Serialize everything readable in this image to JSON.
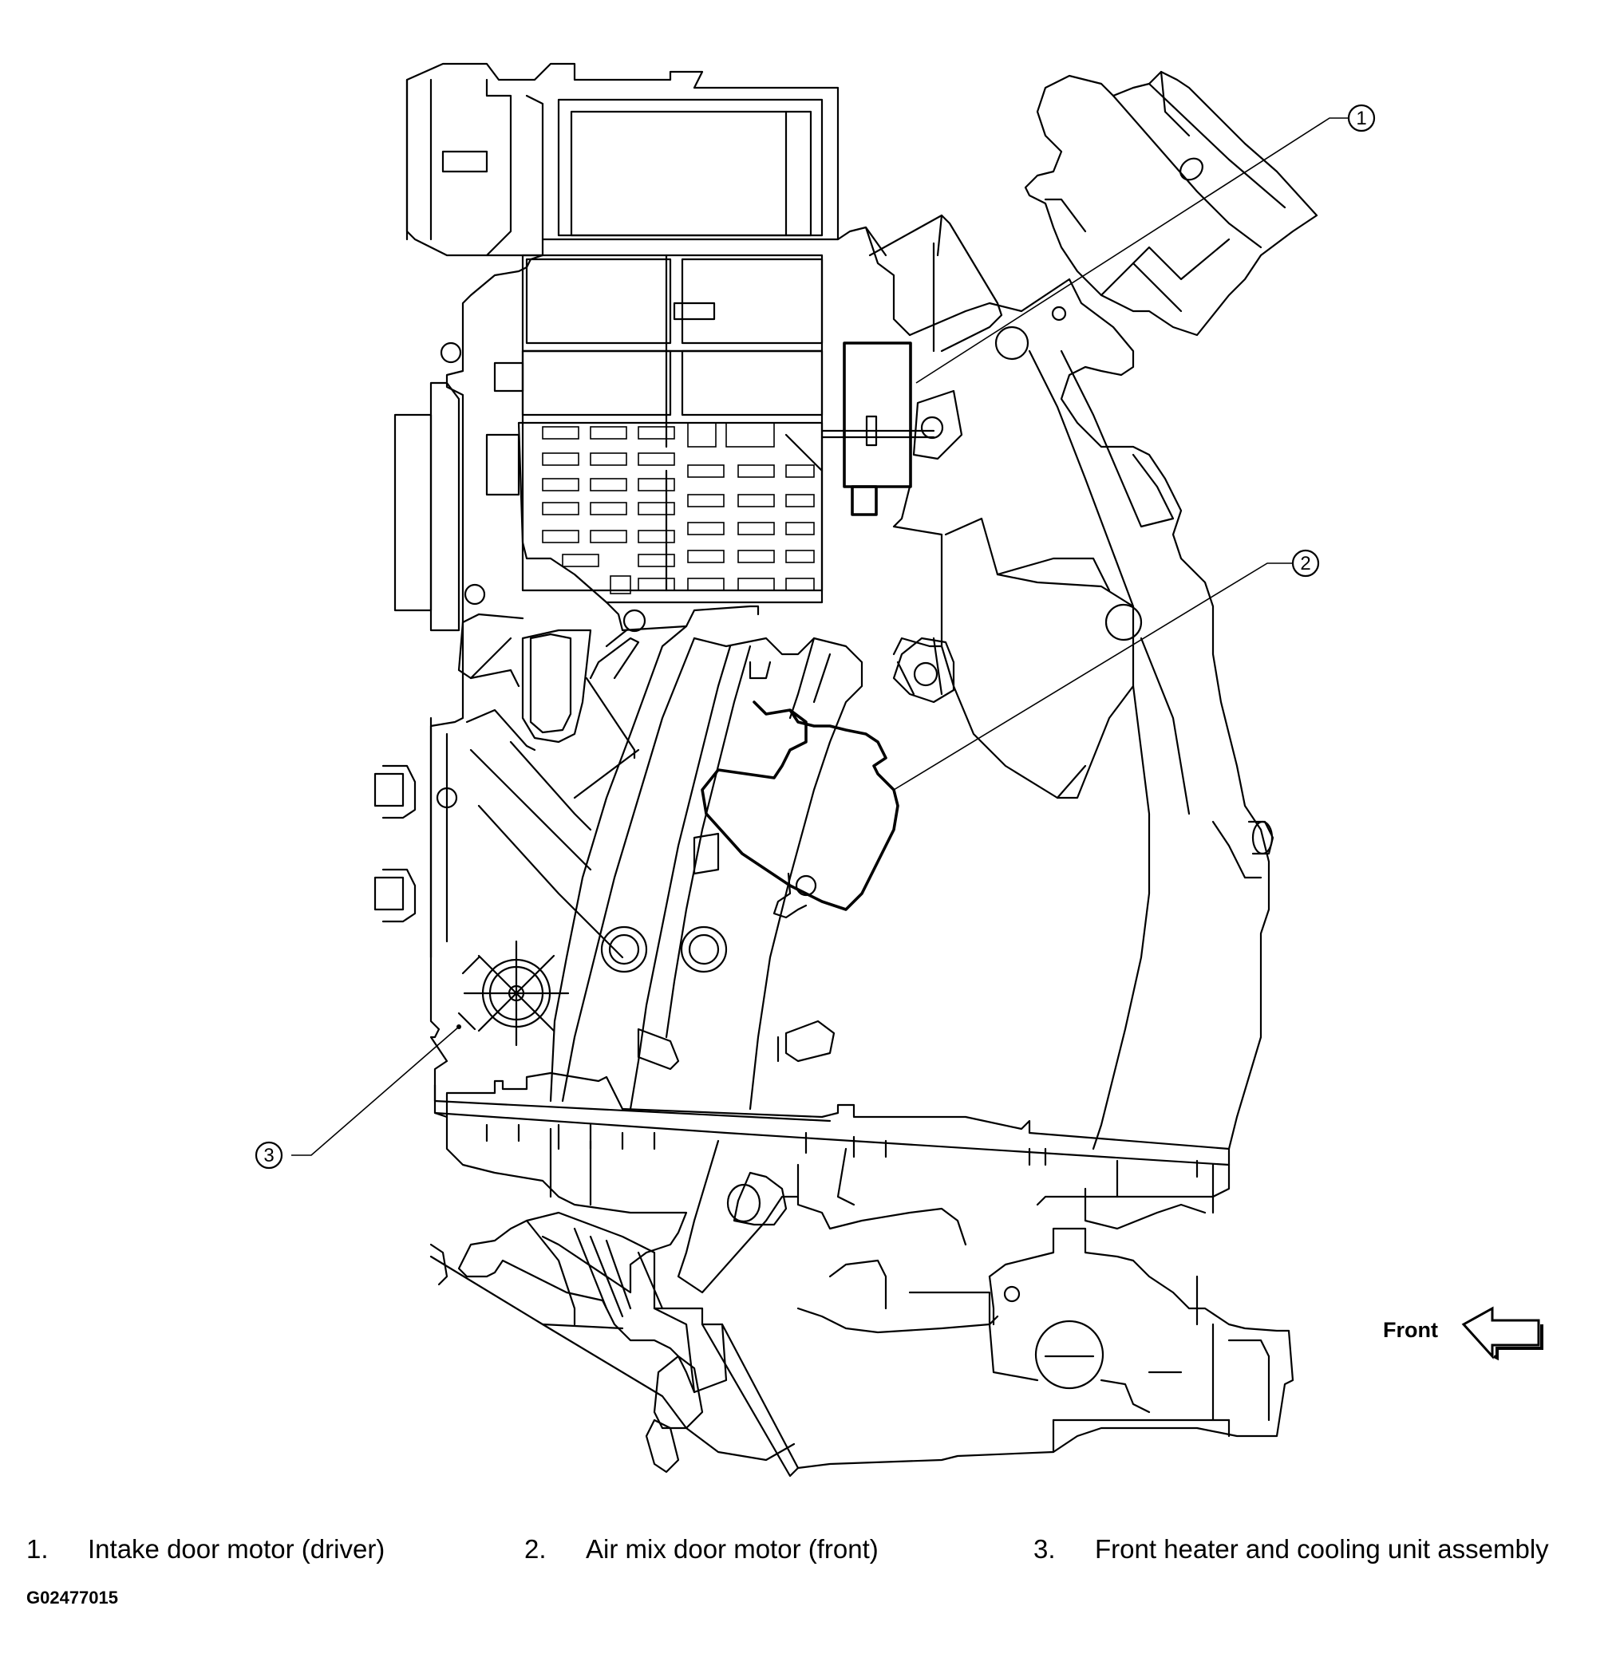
{
  "diagram": {
    "callouts": [
      {
        "number": "1"
      },
      {
        "number": "2"
      },
      {
        "number": "3"
      }
    ],
    "direction_label": "Front",
    "direction_icon": "left-arrow-icon"
  },
  "legend": [
    {
      "number": "1.",
      "text": "Intake door motor (driver)"
    },
    {
      "number": "2.",
      "text": "Air mix door motor (front)"
    },
    {
      "number": "3.",
      "text": "Front heater and cooling unit assembly"
    }
  ],
  "figure_id": "G02477015"
}
